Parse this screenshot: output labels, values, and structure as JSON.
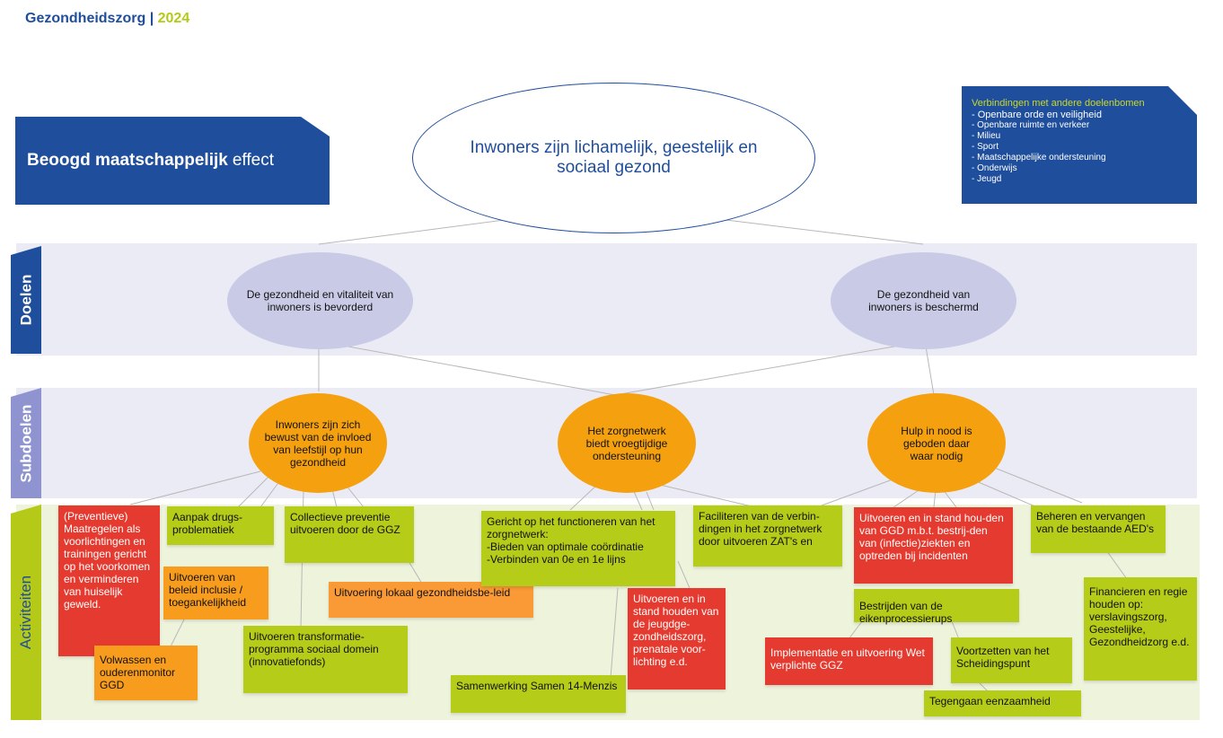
{
  "header": {
    "title": "Gezondheidszorg",
    "separator": "|",
    "year": "2024"
  },
  "effect_box": {
    "bold": "Beoogd maatschappelijk",
    "rest": "effect"
  },
  "main_goal": "Inwoners zijn lichamelijk, geestelijk en sociaal gezond",
  "connections": {
    "title": "Verbindingen met andere doelenbomen",
    "items": [
      "Openbare orde en veiligheid",
      "Openbare ruimte en verkeer",
      "Milieu",
      "Sport",
      "Maatschappelijke ondersteuning",
      "Onderwijs",
      "Jeugd"
    ]
  },
  "side_labels": {
    "goals": "Doelen",
    "subgoals": "Subdoelen",
    "activities": "Activiteiten"
  },
  "goals": [
    "De gezondheid en vitaliteit van inwoners is bevorderd",
    "De gezondheid van inwoners is beschermd"
  ],
  "subgoals": [
    "Inwoners zijn zich bewust van de invloed van leefstijl op hun gezondheid",
    "Het zorgnetwerk biedt vroegtijdige ondersteuning",
    "Hulp in nood is geboden daar waar nodig"
  ],
  "activities": {
    "preventieve": "(Preventieve) Maatregelen als voorlichtingen en trainingen gericht op het voorkomen en verminderen van huiselijk geweld.",
    "drugs": "Aanpak drugs-problematiek",
    "inclusie": "Uitvoeren van beleid inclusie / toegankelijkheid",
    "monitor": "Volwassen en ouderenmonitor GGD",
    "ggz_preventie": "Collectieve preventie uitvoeren door de GGZ",
    "lokaal": "Uitvoering lokaal gezondheidsbe-leid",
    "transformatie": "Uitvoeren transformatie-programma sociaal domein (innovatiefonds)",
    "zorgnetwerk": "Gericht op het functioneren van het zorgnetwerk:\n-Bieden van optimale coördinatie\n-Verbinden van 0e en 1e lijns",
    "zat": "Faciliteren van de verbin-dingen in het zorgnetwerk door uitvoeren ZAT's en",
    "samenwerking": "Samenwerking Samen 14-Menzis",
    "jeugd": "Uitvoeren en in stand houden van de jeugdge-zondheidszorg, prenatale voor-lichting e.d.",
    "ggd_crisis": "Uitvoeren en in stand hou-den van GGD m.b.t. bestrij-den van (infectie)ziekten en optreden bij incidenten",
    "aed": "Beheren en vervangen van de bestaande AED's",
    "eiken": "Bestrijden van de  eikenprocessierups",
    "wvggz": "Implementatie en uitvoering Wet verplichte GGZ",
    "scheiding": "Voortzetten van het Scheidingspunt",
    "eenzaamheid": "Tegengaan eenzaamheid",
    "financieren": "Financieren en regie houden op: verslavingszorg, Geestelijke, Gezondheidzorg e.d."
  },
  "colors": {
    "navy": "#1f4e9c",
    "lime": "#b5c918",
    "lavender": "#c9cbe6",
    "orange": "#f5a10f",
    "red": "#e43a2f"
  }
}
